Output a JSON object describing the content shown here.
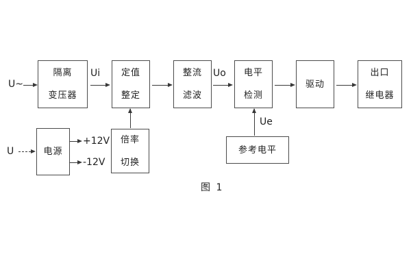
{
  "figure": {
    "caption": "图 1"
  },
  "diagram": {
    "blocks": [
      {
        "id": "isolation-transformer",
        "lines": [
          "隔离",
          "变压器"
        ]
      },
      {
        "id": "setting-adjustment",
        "lines": [
          "定值",
          "整定"
        ]
      },
      {
        "id": "rectifier-filter",
        "lines": [
          "整流",
          "滤波"
        ]
      },
      {
        "id": "level-detection",
        "lines": [
          "电平",
          "检测"
        ]
      },
      {
        "id": "drive",
        "lines": [
          "驱动"
        ]
      },
      {
        "id": "output-relay",
        "lines": [
          "出口",
          "继电器"
        ]
      },
      {
        "id": "power-supply",
        "lines": [
          "电源"
        ]
      },
      {
        "id": "ratio-switch",
        "lines": [
          "倍率",
          "切换"
        ]
      },
      {
        "id": "reference-level",
        "lines": [
          "参考电平"
        ]
      }
    ],
    "labels": {
      "input_ac": "U~",
      "input_dc": "U",
      "ui": "Ui",
      "uo": "Uo",
      "ue": "Ue",
      "rail_pos": "+12V",
      "rail_neg": "-12V"
    },
    "colors": {
      "line": "#383838",
      "border": "#4a4a4a",
      "text": "#1f1f1f",
      "background": "#ffffff"
    }
  }
}
